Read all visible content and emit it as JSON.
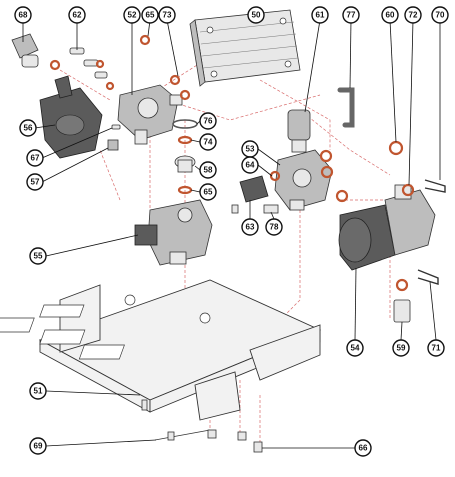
{
  "callouts": [
    {
      "id": "c68a",
      "label": "68"
    },
    {
      "id": "c62",
      "label": "62"
    },
    {
      "id": "c52",
      "label": "52"
    },
    {
      "id": "c65a",
      "label": "65"
    },
    {
      "id": "c73",
      "label": "73"
    },
    {
      "id": "c50",
      "label": "50"
    },
    {
      "id": "c61",
      "label": "61"
    },
    {
      "id": "c77",
      "label": "77"
    },
    {
      "id": "c60",
      "label": "60"
    },
    {
      "id": "c72",
      "label": "72"
    },
    {
      "id": "c70",
      "label": "70"
    },
    {
      "id": "c56",
      "label": "56"
    },
    {
      "id": "c67",
      "label": "67"
    },
    {
      "id": "c57",
      "label": "57"
    },
    {
      "id": "c76",
      "label": "76"
    },
    {
      "id": "c74",
      "label": "74"
    },
    {
      "id": "c58",
      "label": "58"
    },
    {
      "id": "c65b",
      "label": "65"
    },
    {
      "id": "c53",
      "label": "53"
    },
    {
      "id": "c64",
      "label": "64"
    },
    {
      "id": "c63",
      "label": "63"
    },
    {
      "id": "c78",
      "label": "78"
    },
    {
      "id": "c55",
      "label": "55"
    },
    {
      "id": "c54",
      "label": "54"
    },
    {
      "id": "c59",
      "label": "59"
    },
    {
      "id": "c71",
      "label": "71"
    },
    {
      "id": "c51",
      "label": "51"
    },
    {
      "id": "c69",
      "label": "69"
    },
    {
      "id": "c66",
      "label": "66"
    }
  ]
}
